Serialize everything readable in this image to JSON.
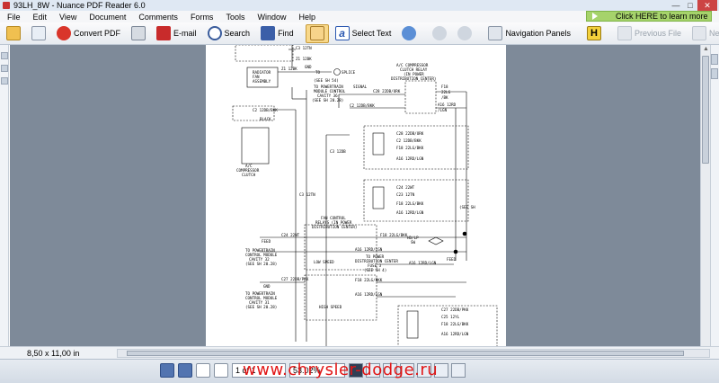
{
  "window": {
    "title": "93LH_8W - Nuance PDF Reader 6.0",
    "minimize": "—",
    "maximize": "□",
    "close": "✕"
  },
  "menu": {
    "items": [
      "File",
      "Edit",
      "View",
      "Document",
      "Comments",
      "Forms",
      "Tools",
      "Window",
      "Help"
    ],
    "promo": "Click HERE to learn more"
  },
  "toolbar": {
    "convert_label": "Convert PDF",
    "email_label": "E-mail",
    "search_label": "Search",
    "find_label": "Find",
    "select_text_label": "Select Text",
    "navigation_panels_label": "Navigation Panels",
    "previous_file_label": "Previous File",
    "next_file_label": "Next File",
    "text_icon_glyph": "a",
    "h_icon_glyph": "H"
  },
  "status": {
    "page_size": "8,50 x 11,00 in"
  },
  "bottom": {
    "page_field": "1 of 1",
    "zoom_field": "53.02%"
  },
  "watermark": "www.chrysler-dodge.ru",
  "diagram": {
    "labels": [
      "C3 12TN",
      "Z1 12BK",
      "RADIATOR",
      "FAN",
      "ASSEMBLY",
      "Z1 12BK",
      "GND",
      "TO",
      "SPLICE",
      "(SEE SH 54)",
      "A/C COMPRESSOR",
      "CLUTCH RELAY",
      "(IN POWER",
      "DISTRIBUTION CENTER)",
      "TO POWERTRAIN",
      "MODULE CONTROL",
      "CAVITY 36",
      "(SEE SH 20.28)",
      "SIGNAL",
      "C28 22DB/ORK",
      "F18",
      "22LG",
      "/BK",
      "C2 12DB/BKK",
      "A16 12RD",
      "/LGN",
      "C2 12DB/BKK",
      "BLACK",
      "A/C",
      "COMPRESSOR",
      "CLUTCH",
      "C3 12TN",
      "C3 12DB",
      "C28 22DB/ORK",
      "C2 12DB/BKK",
      "F18 22LG/BKK",
      "A16 12RD/LGN",
      "C24 22WT",
      "C23 12TN",
      "F18 22LG/BKK",
      "A16 12RD/LGN",
      "(SEE SH",
      "FAN CONTROL",
      "RELAYS (IN POWER",
      "DISTRIBUTION CENTER)",
      "C24 22WT",
      "FEED",
      "TO POWERTRAIN",
      "CONTROL MODULE",
      "CAVITY 32",
      "(SEE SH 20.28)",
      "A16 12RD/LGN",
      "LOW SPEED",
      "F18 22LG/BKK",
      "HD/LP",
      "SW",
      "TO POWER",
      "DISTRIBUTION CENTER",
      "FUSE 3",
      "(SEE SH 4)",
      "A16 12RD/LGN",
      "FEED",
      "C27 22DB/PKK",
      "GND",
      "TO POWERTRAIN",
      "CONTROL MODULE",
      "CAVITY 31",
      "(SEE SH 20.28)",
      "F18 22LG/BKK",
      "A16 12RD/LGN",
      "HIGH SPEED",
      "C27 22DB/PKK",
      "C25 12YL",
      "F18 22LG/BKK",
      "A16 12RD/LGN"
    ]
  }
}
